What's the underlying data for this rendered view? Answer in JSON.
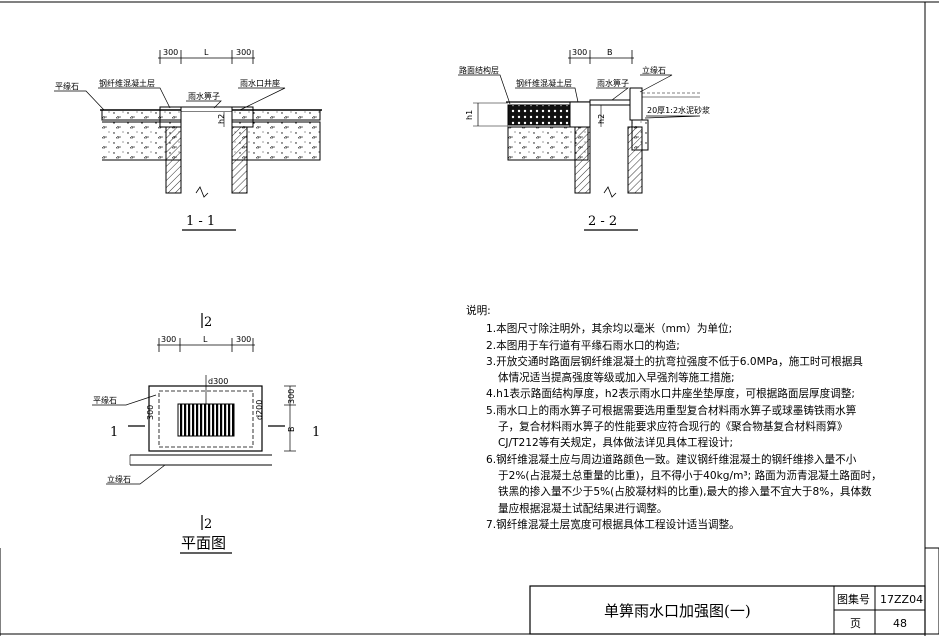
{
  "section_1": {
    "title": "1 - 1",
    "labels": {
      "curb_flat": "平缘石",
      "fiber_layer": "钢纤维混凝土层",
      "grate": "雨水箅子",
      "well_seat": "雨水口井座",
      "h2": "h2"
    },
    "dims": {
      "left": "300",
      "mid": "L",
      "right": "300"
    }
  },
  "section_2": {
    "title": "2 - 2",
    "labels": {
      "pavement": "路面结构层",
      "fiber_layer": "钢纤维混凝土层",
      "grate": "雨水箅子",
      "curb_vertical": "立缘石",
      "mortar": "20厚1:2水泥砂浆",
      "h1": "h1",
      "h2": "h2"
    },
    "dims": {
      "left": "300",
      "mid": "B"
    }
  },
  "plan": {
    "title": "平面图",
    "cut_top": "2",
    "cut_bottom": "2",
    "cut_left": "1",
    "cut_right": "1",
    "labels": {
      "curb_flat": "平缘石",
      "curb_vertical": "立缘石",
      "d300": "d300",
      "d200": "d200",
      "l300": "300",
      "r300": "300",
      "b": "B"
    },
    "dims": {
      "left": "300",
      "mid": "L",
      "right": "300"
    }
  },
  "notes": {
    "heading": "说明:",
    "items": [
      "1.本图尺寸除注明外，其余均以毫米（mm）为单位;",
      "2.本图用于车行道有平缘石雨水口的构造;",
      "3.开放交通时路面层钢纤维混凝土的抗弯拉强度不低于6.0MPa，施工时可根据具",
      "体情况适当提高强度等级或加入早强剂等施工措施;",
      "4.h1表示路面结构厚度，h2表示雨水口井座坐垫厚度，可根据路面层厚度调整;",
      "5.雨水口上的雨水箅子可根据需要选用重型复合材料雨水箅子或球墨铸铁雨水箅",
      "子，复合材料雨水箅子的性能要求应符合现行的《聚合物基复合材料雨算》",
      "CJ/T212等有关规定，具体做法详见具体工程设计;",
      "6.钢纤维混凝土应与周边道路颜色一致。建议钢纤维混凝土的钢纤维掺入量不小",
      "于2%(占混凝土总重量的比重)，且不得小于40kg/m³; 路面为沥青混凝土路面时，",
      "铁黑的掺入量不少于5%(占胶凝材料的比重),最大的掺入量不宜大于8%，具体数",
      "量应根据混凝土试配结果进行调整。",
      "7.钢纤维混凝土层宽度可根据具体工程设计适当调整。"
    ]
  },
  "title_block": {
    "drawing_title": "单箅雨水口加强图(一)",
    "atlas_label": "图集号",
    "atlas_value": "17ZZ04",
    "page_label": "页",
    "page_value": "48"
  }
}
